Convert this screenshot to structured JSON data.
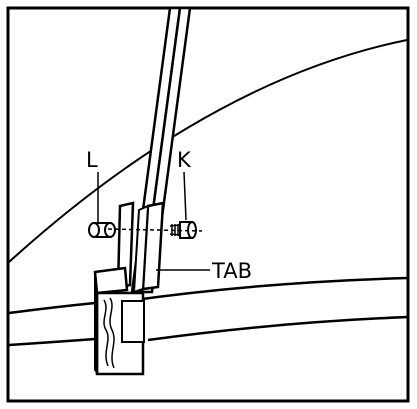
{
  "diagram": {
    "labels": {
      "l": "L",
      "k": "K",
      "tab": "TAB"
    }
  }
}
